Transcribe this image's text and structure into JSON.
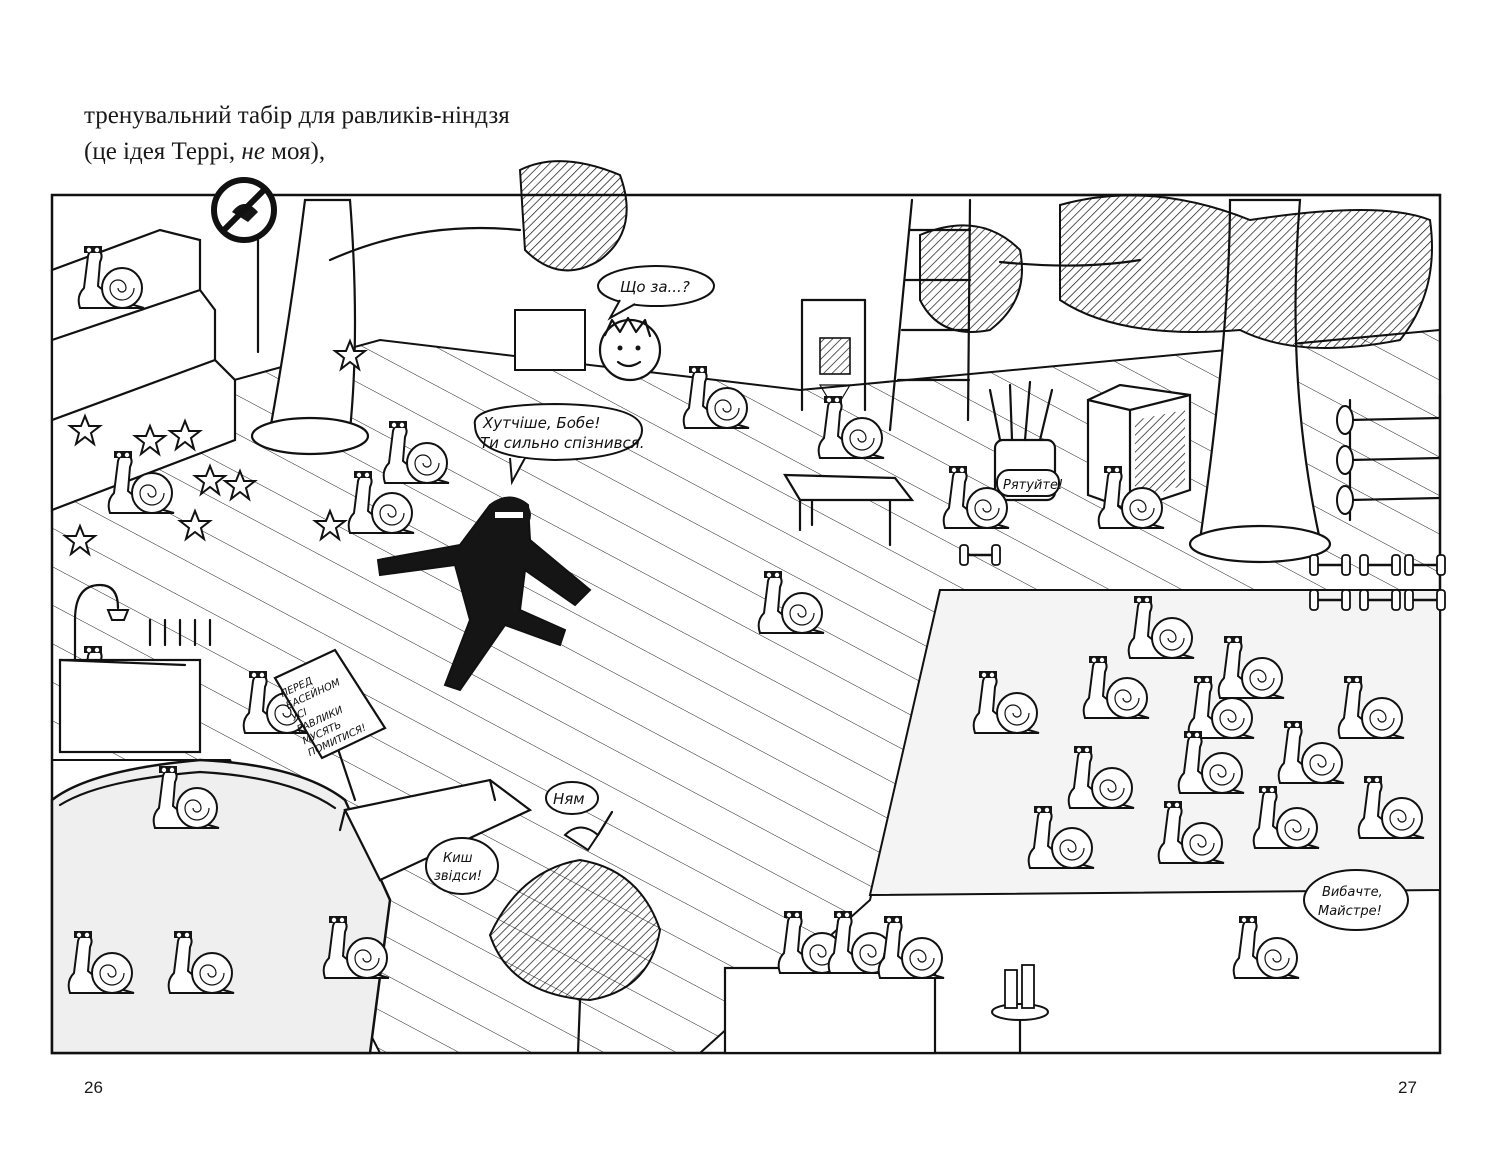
{
  "caption": {
    "line1": "тренувальний табір для равликів-ніндзя",
    "line2_before": "(це ідея Террі, ",
    "line2_em": "не",
    "line2_after": " моя),"
  },
  "speech": {
    "terry": "Що за...?",
    "sensei_line1": "Хутчіше, Бобе!",
    "sensei_line2": "Ти сильно спізнився.",
    "rescue": "Рятуйте!",
    "bird": "Ням",
    "shoo_line1": "Киш",
    "shoo_line2": "звідси!",
    "sorry_line1": "Вибачте,",
    "sorry_line2": "Майстре!"
  },
  "pool_sign": [
    "ПЕРЕД",
    "БАСЕЙНОМ",
    "УСІ",
    "РАВЛИКИ",
    "МУСЯТЬ",
    "ПОМИТИСЯ!"
  ],
  "page_numbers": {
    "left": "26",
    "right": "27"
  },
  "icons": [
    "no-birds-sign-icon",
    "star-icon",
    "snail-icon",
    "dumbbell-icon",
    "tree-icon",
    "ladder-icon",
    "shower-icon"
  ]
}
